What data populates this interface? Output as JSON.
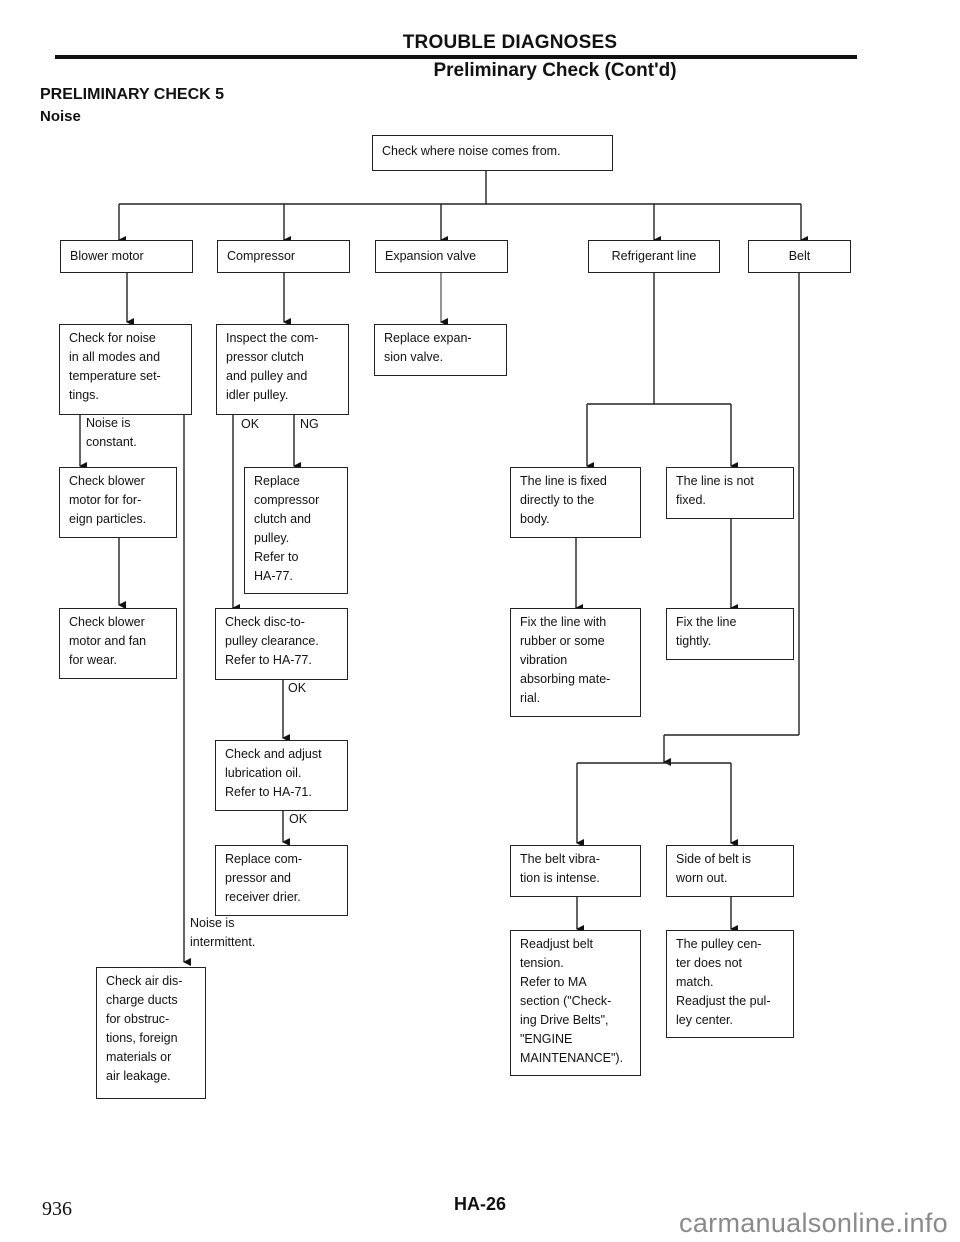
{
  "header": {
    "title": "TROUBLE DIAGNOSES",
    "subtitle": "Preliminary Check (Cont'd)"
  },
  "section": {
    "title": "PRELIMINARY CHECK 5",
    "subtitle": "Noise"
  },
  "flowchart": {
    "start": "Check where noise comes from.",
    "sources": {
      "blower": "Blower motor",
      "compressor": "Compressor",
      "expansion": "Expansion valve",
      "refrigerant": "Refrigerant line",
      "belt": "Belt"
    },
    "blower_branch": {
      "check_noise": "Check for noise\nin all modes and\ntemperature set-\ntings.",
      "constant_label": "Noise is\nconstant.",
      "check_particles": "Check blower\nmotor for for-\neign particles.",
      "check_wear": "Check blower\nmotor and fan\nfor wear.",
      "intermittent_label": "Noise is\nintermittent.",
      "check_ducts": "Check air dis-\ncharge ducts\nfor obstruc-\ntions, foreign\nmaterials or\nair leakage."
    },
    "compressor_branch": {
      "inspect": "Inspect the com-\npressor clutch\nand pulley and\nidler pulley.",
      "ok_label": "OK",
      "ng_label": "NG",
      "replace_clutch": "Replace\ncompressor\nclutch and\npulley.\nRefer to\nHA-77.",
      "check_clearance": "Check disc-to-\npulley clearance.\nRefer to HA-77.",
      "ok_label_2": "OK",
      "check_oil": "Check and adjust\nlubrication oil.\nRefer to HA-71.",
      "ok_label_3": "OK",
      "replace_compressor": "Replace com-\npressor and\nreceiver drier."
    },
    "expansion_branch": {
      "replace_valve": "Replace expan-\nsion valve."
    },
    "refrigerant_branch": {
      "fixed": "The line is fixed\ndirectly to the\nbody.",
      "not_fixed": "The line is not\nfixed.",
      "fix_rubber": "Fix the line with\nrubber or some\nvibration\nabsorbing mate-\nrial.",
      "fix_tight": "Fix the line\ntightly."
    },
    "belt_branch": {
      "vibration": "The belt vibra-\ntion is intense.",
      "worn": "Side of belt is\nworn out.",
      "readjust_tension": "Readjust belt\ntension.\nRefer to MA\nsection (\"Check-\ning Drive Belts\",\n\"ENGINE\nMAINTENANCE\").",
      "pulley_center": "The pulley cen-\nter does not\nmatch.\nReadjust the pul-\nley center."
    }
  },
  "footer": {
    "page_number": "936",
    "page_code": "HA-26",
    "watermark": "carmanualsonline.info"
  }
}
